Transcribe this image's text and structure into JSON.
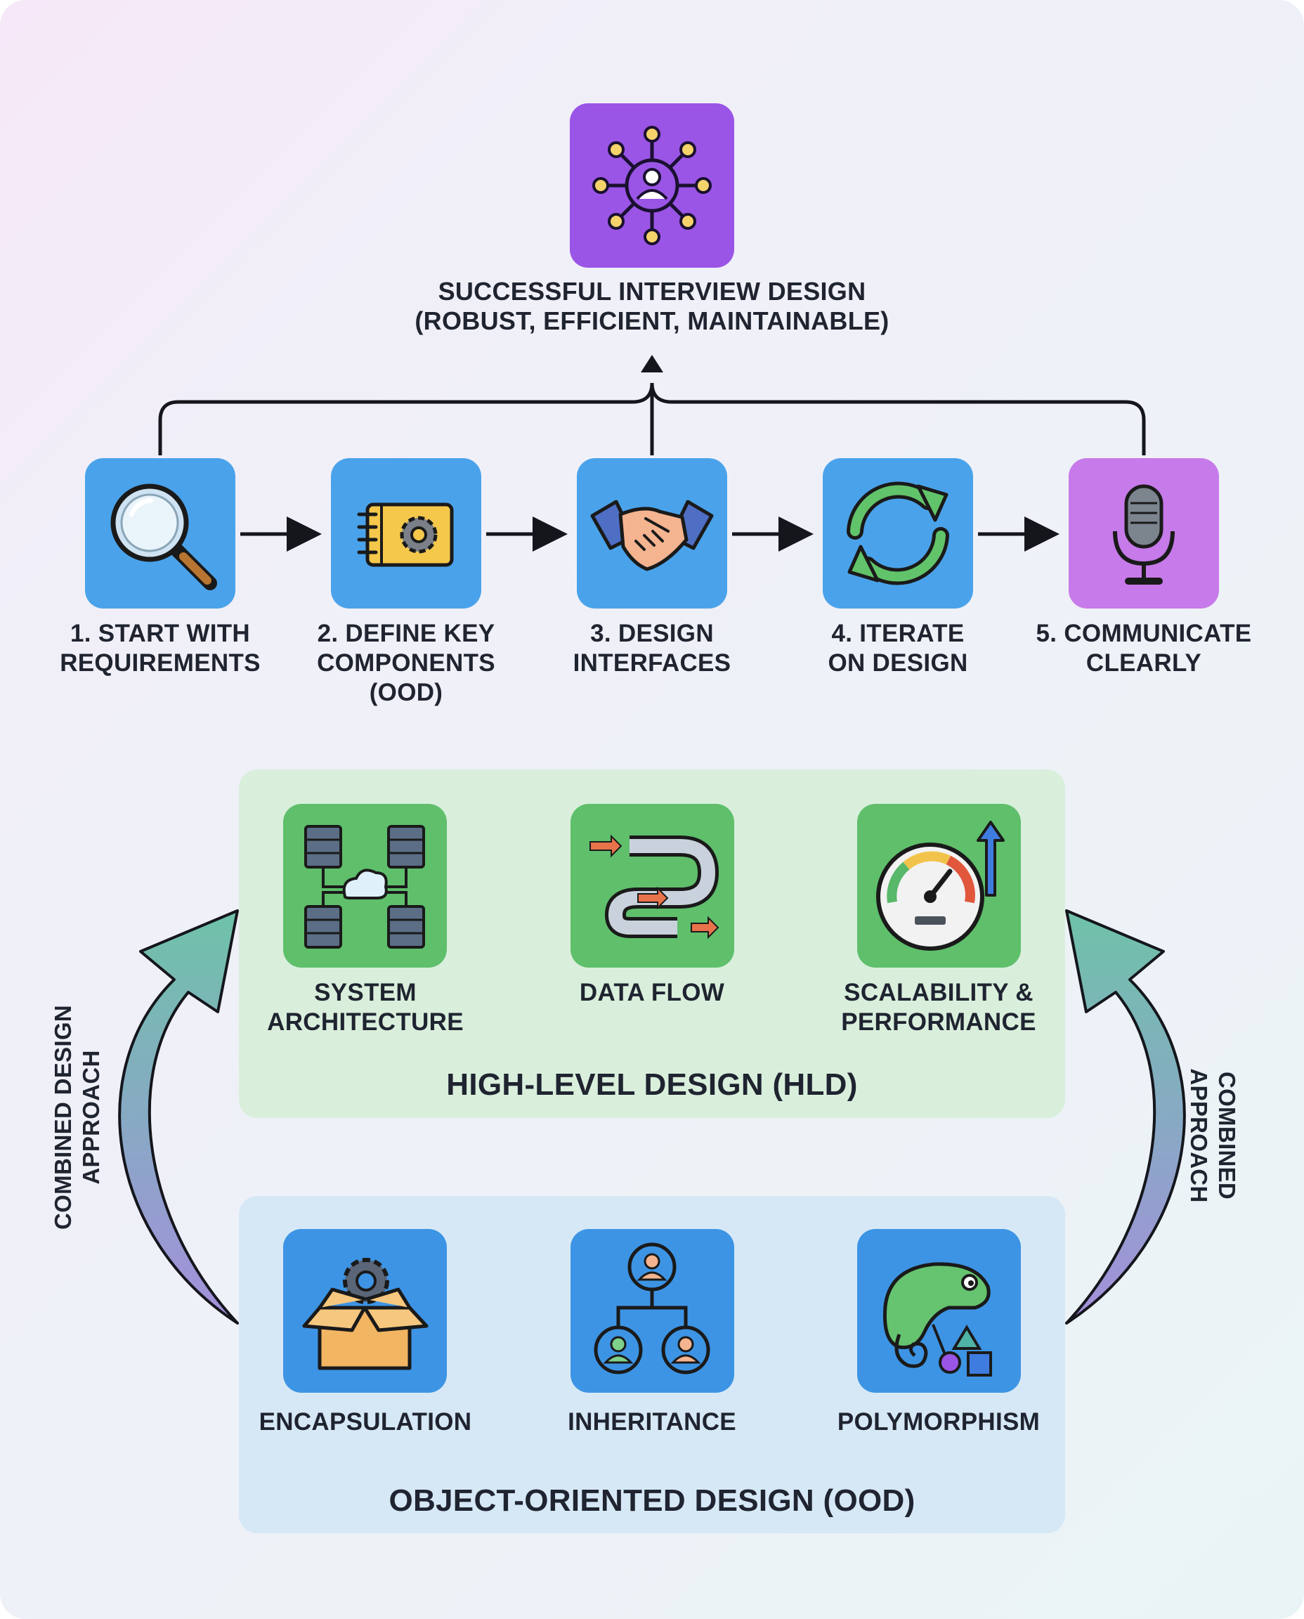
{
  "goal": {
    "line1": "SUCCESSFUL INTERVIEW DESIGN",
    "line2": "(ROBUST, EFFICIENT, MAINTAINABLE)",
    "icon": "network-user-icon"
  },
  "steps": [
    {
      "line1": "1. START WITH",
      "line2": "REQUIREMENTS",
      "line3": "",
      "icon": "magnifier-icon"
    },
    {
      "line1": "2. DEFINE KEY",
      "line2": "COMPONENTS",
      "line3": "(OOD)",
      "icon": "gear-notebook-icon"
    },
    {
      "line1": "3. DESIGN",
      "line2": "INTERFACES",
      "line3": "",
      "icon": "handshake-icon"
    },
    {
      "line1": "4. ITERATE",
      "line2": "ON DESIGN",
      "line3": "",
      "icon": "refresh-cycle-icon"
    },
    {
      "line1": "5. COMMUNICATE",
      "line2": "CLEARLY",
      "line3": "",
      "icon": "microphone-icon"
    }
  ],
  "hld": {
    "title": "HIGH-LEVEL DESIGN (HLD)",
    "items": [
      {
        "line1": "SYSTEM",
        "line2": "ARCHITECTURE",
        "icon": "servers-cloud-icon"
      },
      {
        "line1": "DATA FLOW",
        "line2": "",
        "icon": "pipeline-flow-icon"
      },
      {
        "line1": "SCALABILITY &",
        "line2": "PERFORMANCE",
        "icon": "speedometer-icon"
      }
    ]
  },
  "ood": {
    "title": "OBJECT-ORIENTED DESIGN (OOD)",
    "items": [
      {
        "line1": "ENCAPSULATION",
        "icon": "box-gear-icon"
      },
      {
        "line1": "INHERITANCE",
        "icon": "hierarchy-users-icon"
      },
      {
        "line1": "POLYMORPHISM",
        "icon": "chameleon-shapes-icon"
      }
    ]
  },
  "side_labels": {
    "left_line1": "COMBINED DESIGN",
    "left_line2": "APPROACH",
    "right_line1": "COMBINED",
    "right_line2": "APPROACH"
  },
  "colors": {
    "blue_tile": "#4aa3ea",
    "purple_tile": "#9a55e6",
    "violet_tile": "#c77ae9",
    "green_tile": "#5fbf6b",
    "hld_panel": "#d9efdc",
    "ood_panel": "#d6e8f6",
    "text": "#1f2430"
  }
}
